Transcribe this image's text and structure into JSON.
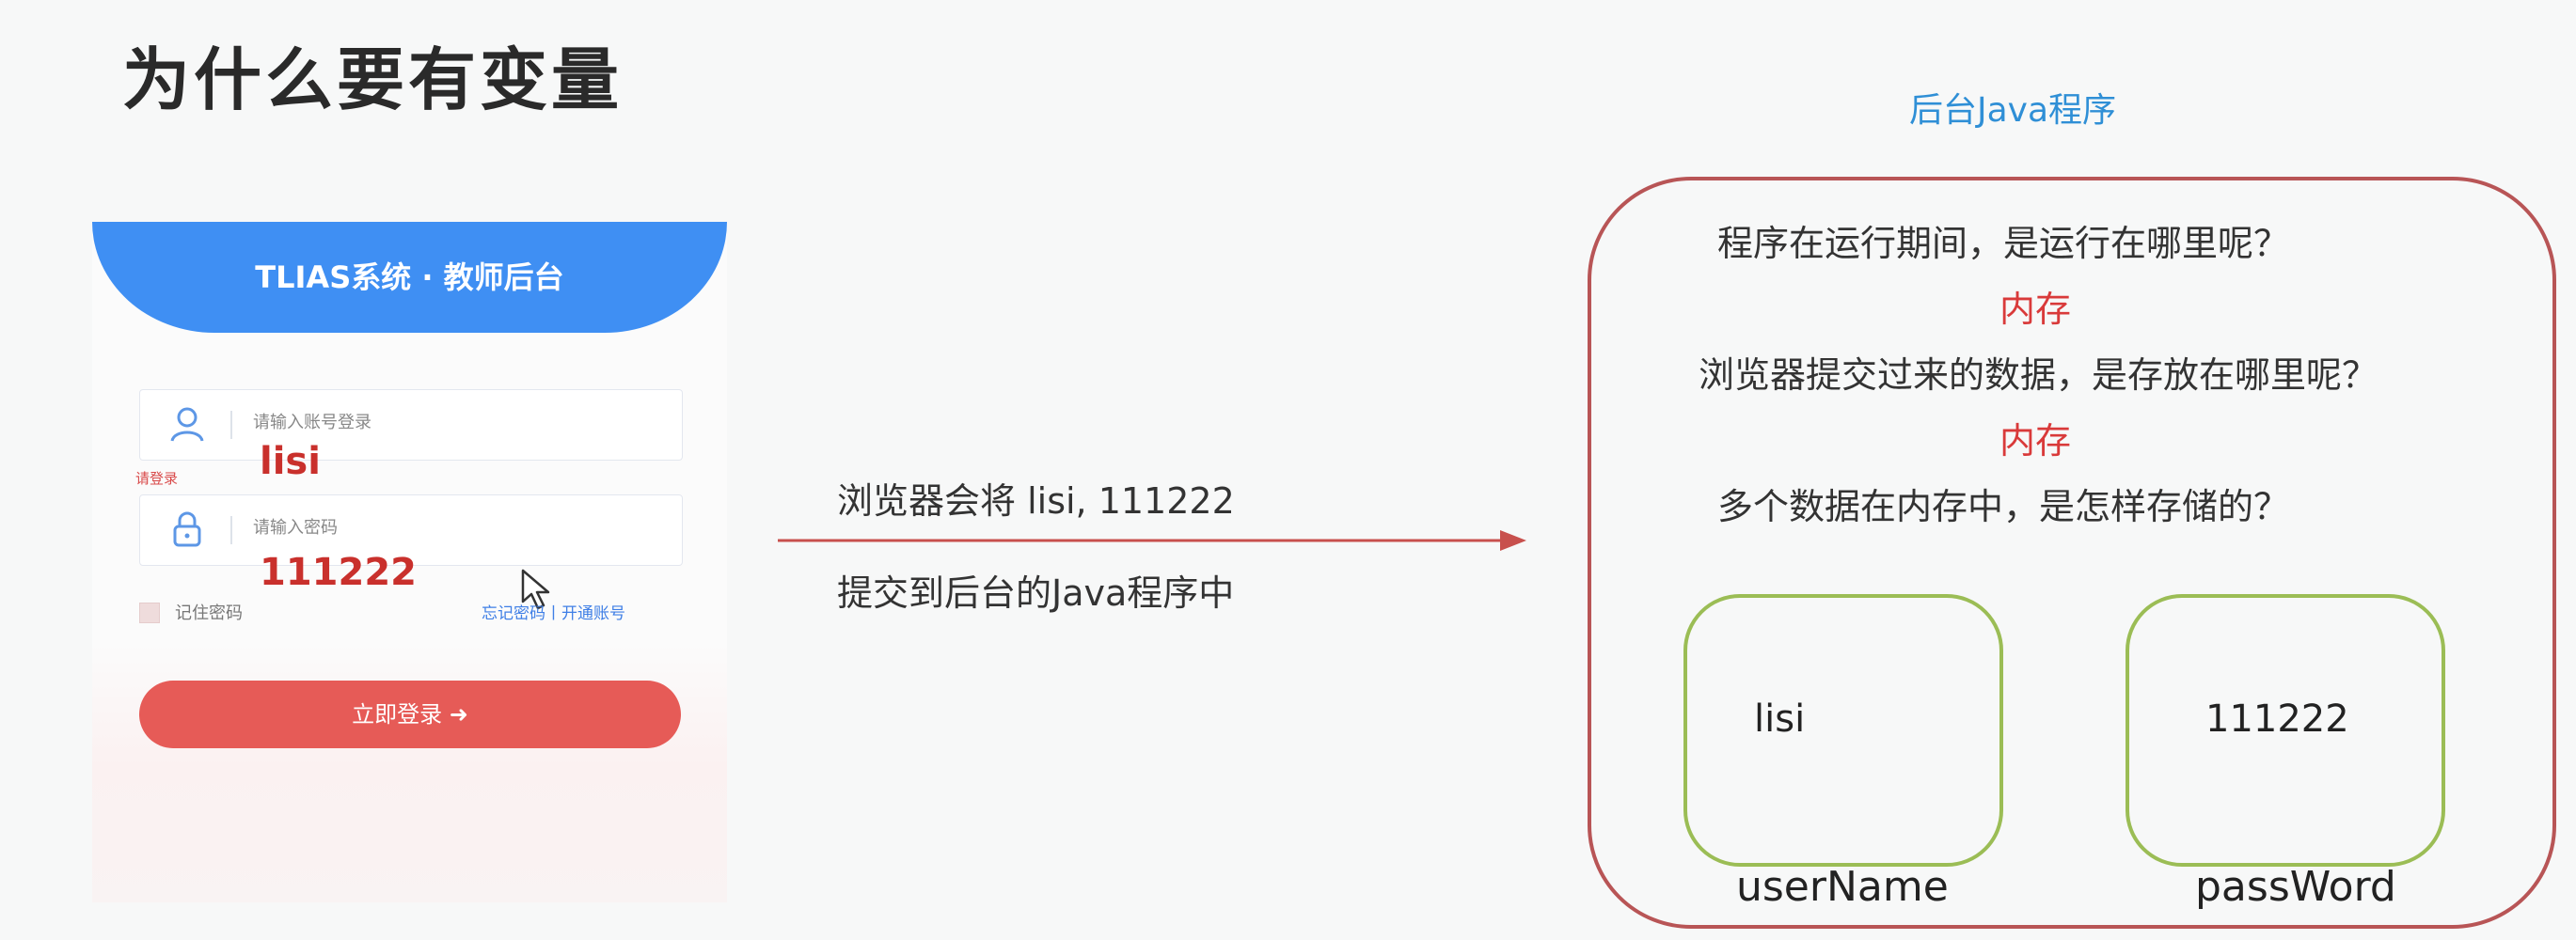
{
  "slide": {
    "title": "为什么要有变量"
  },
  "login": {
    "header": "TLIAS系统 · 教师后台",
    "username_placeholder": "请输入账号登录",
    "username_warning": "请登录",
    "username_value": "lisi",
    "password_placeholder": "请输入密码",
    "password_value": "111222",
    "remember_label": "记住密码",
    "links": "忘记密码丨开通账号",
    "login_button": "立即登录 ➜",
    "icons": {
      "user": "user-icon",
      "lock": "lock-icon",
      "cursor": "mouse-cursor-icon"
    },
    "colors": {
      "header": "#3f8ff3",
      "button": "#e65b57",
      "value": "#c9302c"
    }
  },
  "arrow": {
    "line1": "浏览器会将 lisi, 111222",
    "line2": "提交到后台的Java程序中",
    "color": "#c8504d"
  },
  "backend": {
    "title": "后台Java程序",
    "q1": "程序在运行期间，是运行在哪里呢？",
    "a1": "内存",
    "q2": "浏览器提交过来的数据，是存放在哪里呢？",
    "a2": "内存",
    "q3": "多个数据在内存中，是怎样存储的？",
    "variables": [
      {
        "value": "lisi",
        "name": "userName"
      },
      {
        "value": "111222",
        "name": "passWord"
      }
    ],
    "colors": {
      "title": "#2f8fd6",
      "border": "#b85556",
      "answer": "#d93a3a",
      "var_border": "#9bbd55"
    }
  }
}
